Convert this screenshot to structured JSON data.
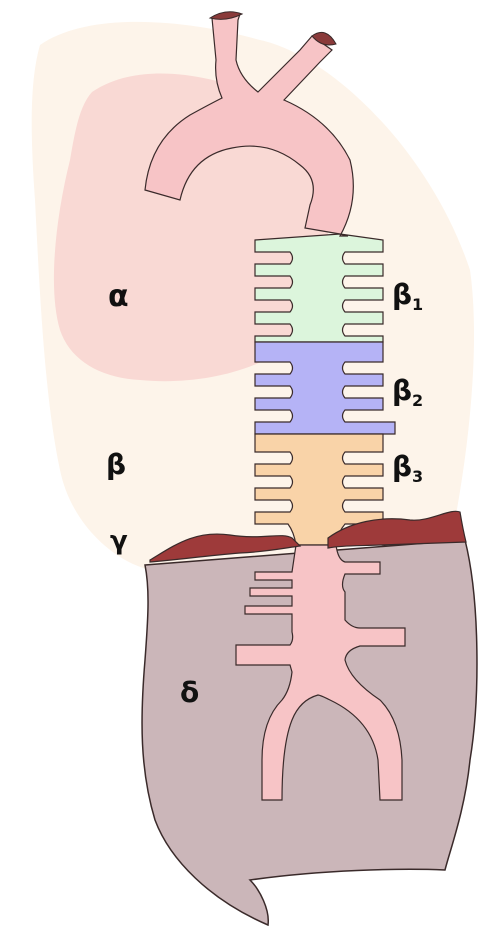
{
  "labels": {
    "alpha": "α",
    "beta": "β",
    "gamma": "γ",
    "delta": "δ",
    "beta1": "β",
    "beta1_sub": "1",
    "beta2": "β",
    "beta2_sub": "2",
    "beta3": "β",
    "beta3_sub": "3"
  },
  "colors": {
    "region_alpha": "#f9d9d4",
    "region_beta": "#fdf4ea",
    "region_gamma": "#9e3a3a",
    "region_delta": "#cbb6b9",
    "vessel": "#f7c4c6",
    "segment_beta1": "#dcf5dc",
    "segment_beta2": "#b5b3f6",
    "segment_beta3": "#f9d3a8",
    "outline": "#3a2a2a"
  }
}
